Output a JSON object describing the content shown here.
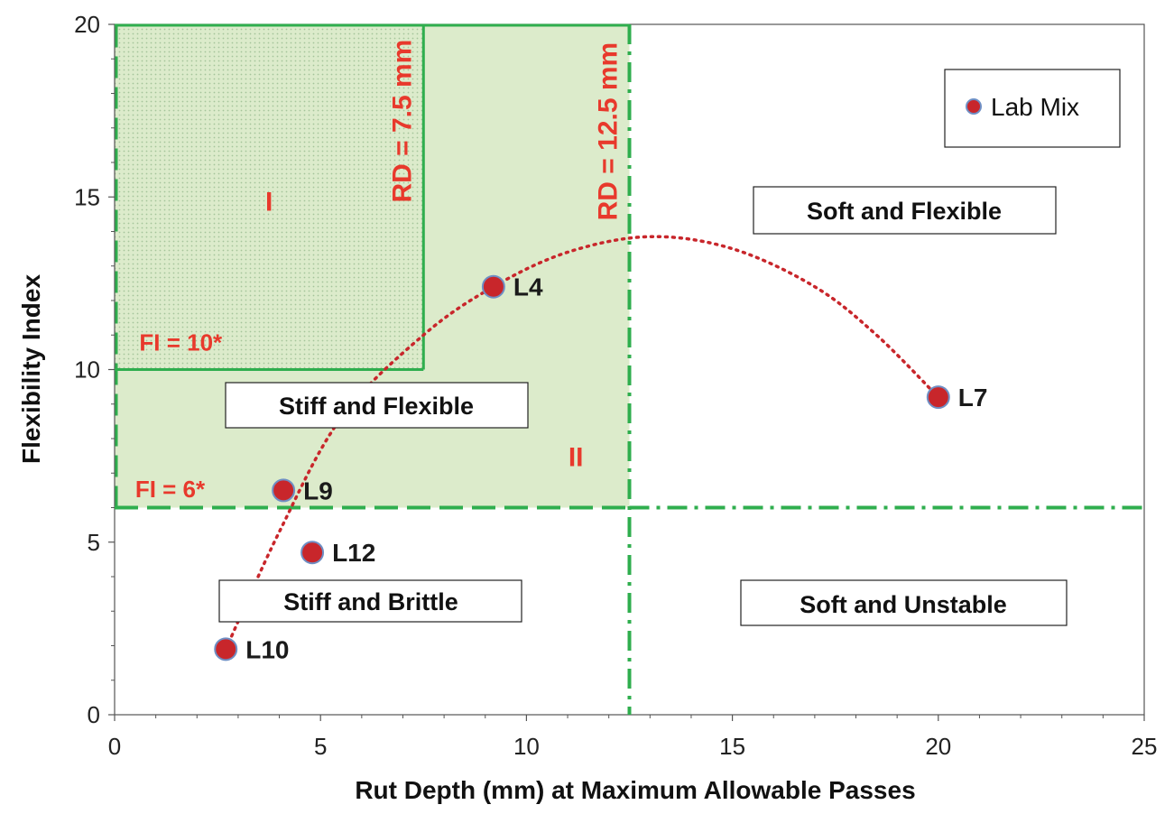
{
  "colors": {
    "green_line": "#2fae4e",
    "green_fill": "#dcebcb",
    "point_fill": "#c8262b",
    "point_stroke": "#6f8fc4",
    "curve": "#c8262b",
    "red_text": "#e8392c",
    "axis": "#555555"
  },
  "chart_data": {
    "type": "scatter",
    "title": "",
    "xlabel": "Rut Depth (mm) at Maximum Allowable Passes",
    "ylabel": "Flexibility Index",
    "xlim": [
      0,
      25
    ],
    "ylim": [
      0,
      20
    ],
    "xticks": [
      0,
      5,
      10,
      15,
      20,
      25
    ],
    "yticks": [
      0,
      5,
      10,
      15,
      20
    ],
    "grid": false,
    "legend": {
      "position": "top-right",
      "entries": [
        "Lab Mix"
      ]
    },
    "series": [
      {
        "name": "Lab Mix",
        "points": [
          {
            "label": "L10",
            "x": 2.7,
            "y": 1.9
          },
          {
            "label": "L12",
            "x": 4.8,
            "y": 4.7
          },
          {
            "label": "L9",
            "x": 4.1,
            "y": 6.5
          },
          {
            "label": "L4",
            "x": 9.2,
            "y": 12.4
          },
          {
            "label": "L7",
            "x": 20.0,
            "y": 9.2
          }
        ]
      }
    ],
    "trend_curve": {
      "style": "dotted",
      "points": [
        [
          2.7,
          1.9
        ],
        [
          4.0,
          5.3
        ],
        [
          5.5,
          8.6
        ],
        [
          7.5,
          11.0
        ],
        [
          9.2,
          12.4
        ],
        [
          11.0,
          13.4
        ],
        [
          13.0,
          13.85
        ],
        [
          15.0,
          13.5
        ],
        [
          17.0,
          12.4
        ],
        [
          18.5,
          11.0
        ],
        [
          20.0,
          9.2
        ]
      ]
    },
    "thresholds": [
      {
        "orientation": "vertical",
        "value": 7.5,
        "ymin": 10,
        "ymax": 20,
        "label": "RD = 7.5 mm"
      },
      {
        "orientation": "vertical",
        "value": 12.5,
        "ymin": 0,
        "ymax": 20,
        "label": "RD = 12.5 mm"
      },
      {
        "orientation": "horizontal",
        "value": 10,
        "xmin": 0,
        "xmax": 7.5,
        "label": "FI = 10*"
      },
      {
        "orientation": "horizontal",
        "value": 6,
        "xmin": 0,
        "xmax": 25,
        "label": "FI = 6*"
      }
    ],
    "zones": [
      {
        "label": "I",
        "x": [
          0,
          7.5
        ],
        "y": [
          10,
          20
        ]
      },
      {
        "label": "II",
        "x": [
          0,
          12.5
        ],
        "y": [
          6,
          20
        ]
      }
    ],
    "region_labels": [
      "Soft and Flexible",
      "Stiff and Flexible",
      "Stiff and Brittle",
      "Soft and Unstable"
    ]
  }
}
